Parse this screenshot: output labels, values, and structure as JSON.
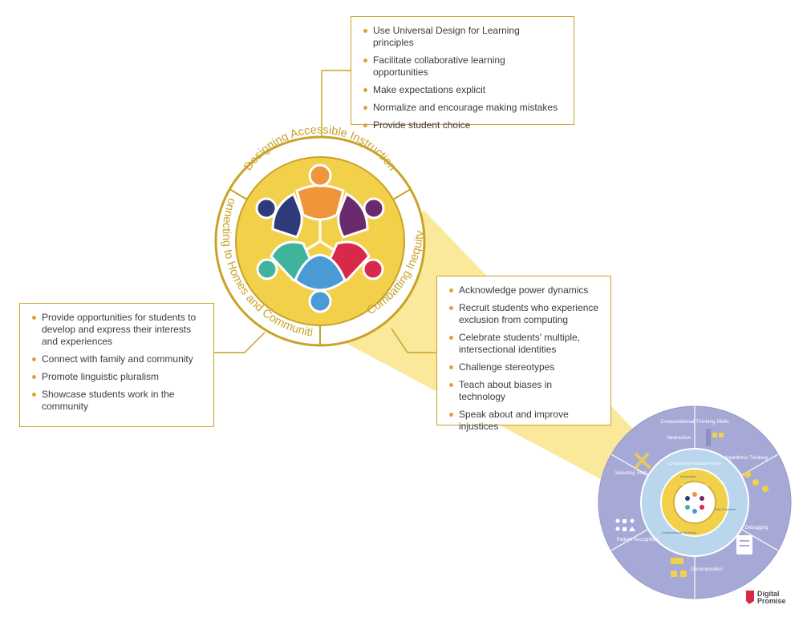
{
  "ring_labels": {
    "top": "Designing Accessible Instruction",
    "left": "Connecting to Homes and Communities",
    "right": "Combatting Inequity"
  },
  "boxes": {
    "top": {
      "items": [
        "Use Universal Design for Learning principles",
        "Facilitate collaborative learning opportunities",
        "Make expectations explicit",
        "Normalize and encourage making mistakes",
        "Provide student choice"
      ]
    },
    "left": {
      "items": [
        "Provide opportunities for students to develop and express their interests and experiences",
        "Connect with family and community",
        "Promote linguistic pluralism",
        "Showcase students work in the community"
      ]
    },
    "right": {
      "items": [
        "Acknowledge power dynamics",
        "Recruit students who experience exclusion from computing",
        "Celebrate students' multiple, intersectional identities",
        "Challenge stereotypes",
        "Teach about biases in technology",
        "Speak about and improve injustices"
      ]
    }
  },
  "small_wheel": {
    "outer_title": "Computational Thinking Skills",
    "segments": [
      "Abstraction",
      "Algorithmic Thinking",
      "Debugging",
      "Decomposition",
      "Pattern Recognition",
      "Selecting Tools"
    ],
    "middle_title": "Computational Thinking Practices",
    "middle_labels": [
      "Data Practices",
      "Computational Modeling",
      "Automation"
    ],
    "inner_title": "Inclusive Pedagogy"
  },
  "logo": {
    "line1": "Digital",
    "line2": "Promise"
  },
  "colors": {
    "gold": "#c9a227",
    "ring_fill": "#f2d04a",
    "spotlight": "#f8e27a",
    "wheel_outer": "#a6a9d6",
    "wheel_middle": "#b9d6ec",
    "figure_orange": "#f0953a",
    "figure_purple": "#6b2a6e",
    "figure_navy": "#2e3a7a",
    "figure_teal": "#3fb39c",
    "figure_red": "#d9294a",
    "figure_blue": "#4a9ad6"
  }
}
